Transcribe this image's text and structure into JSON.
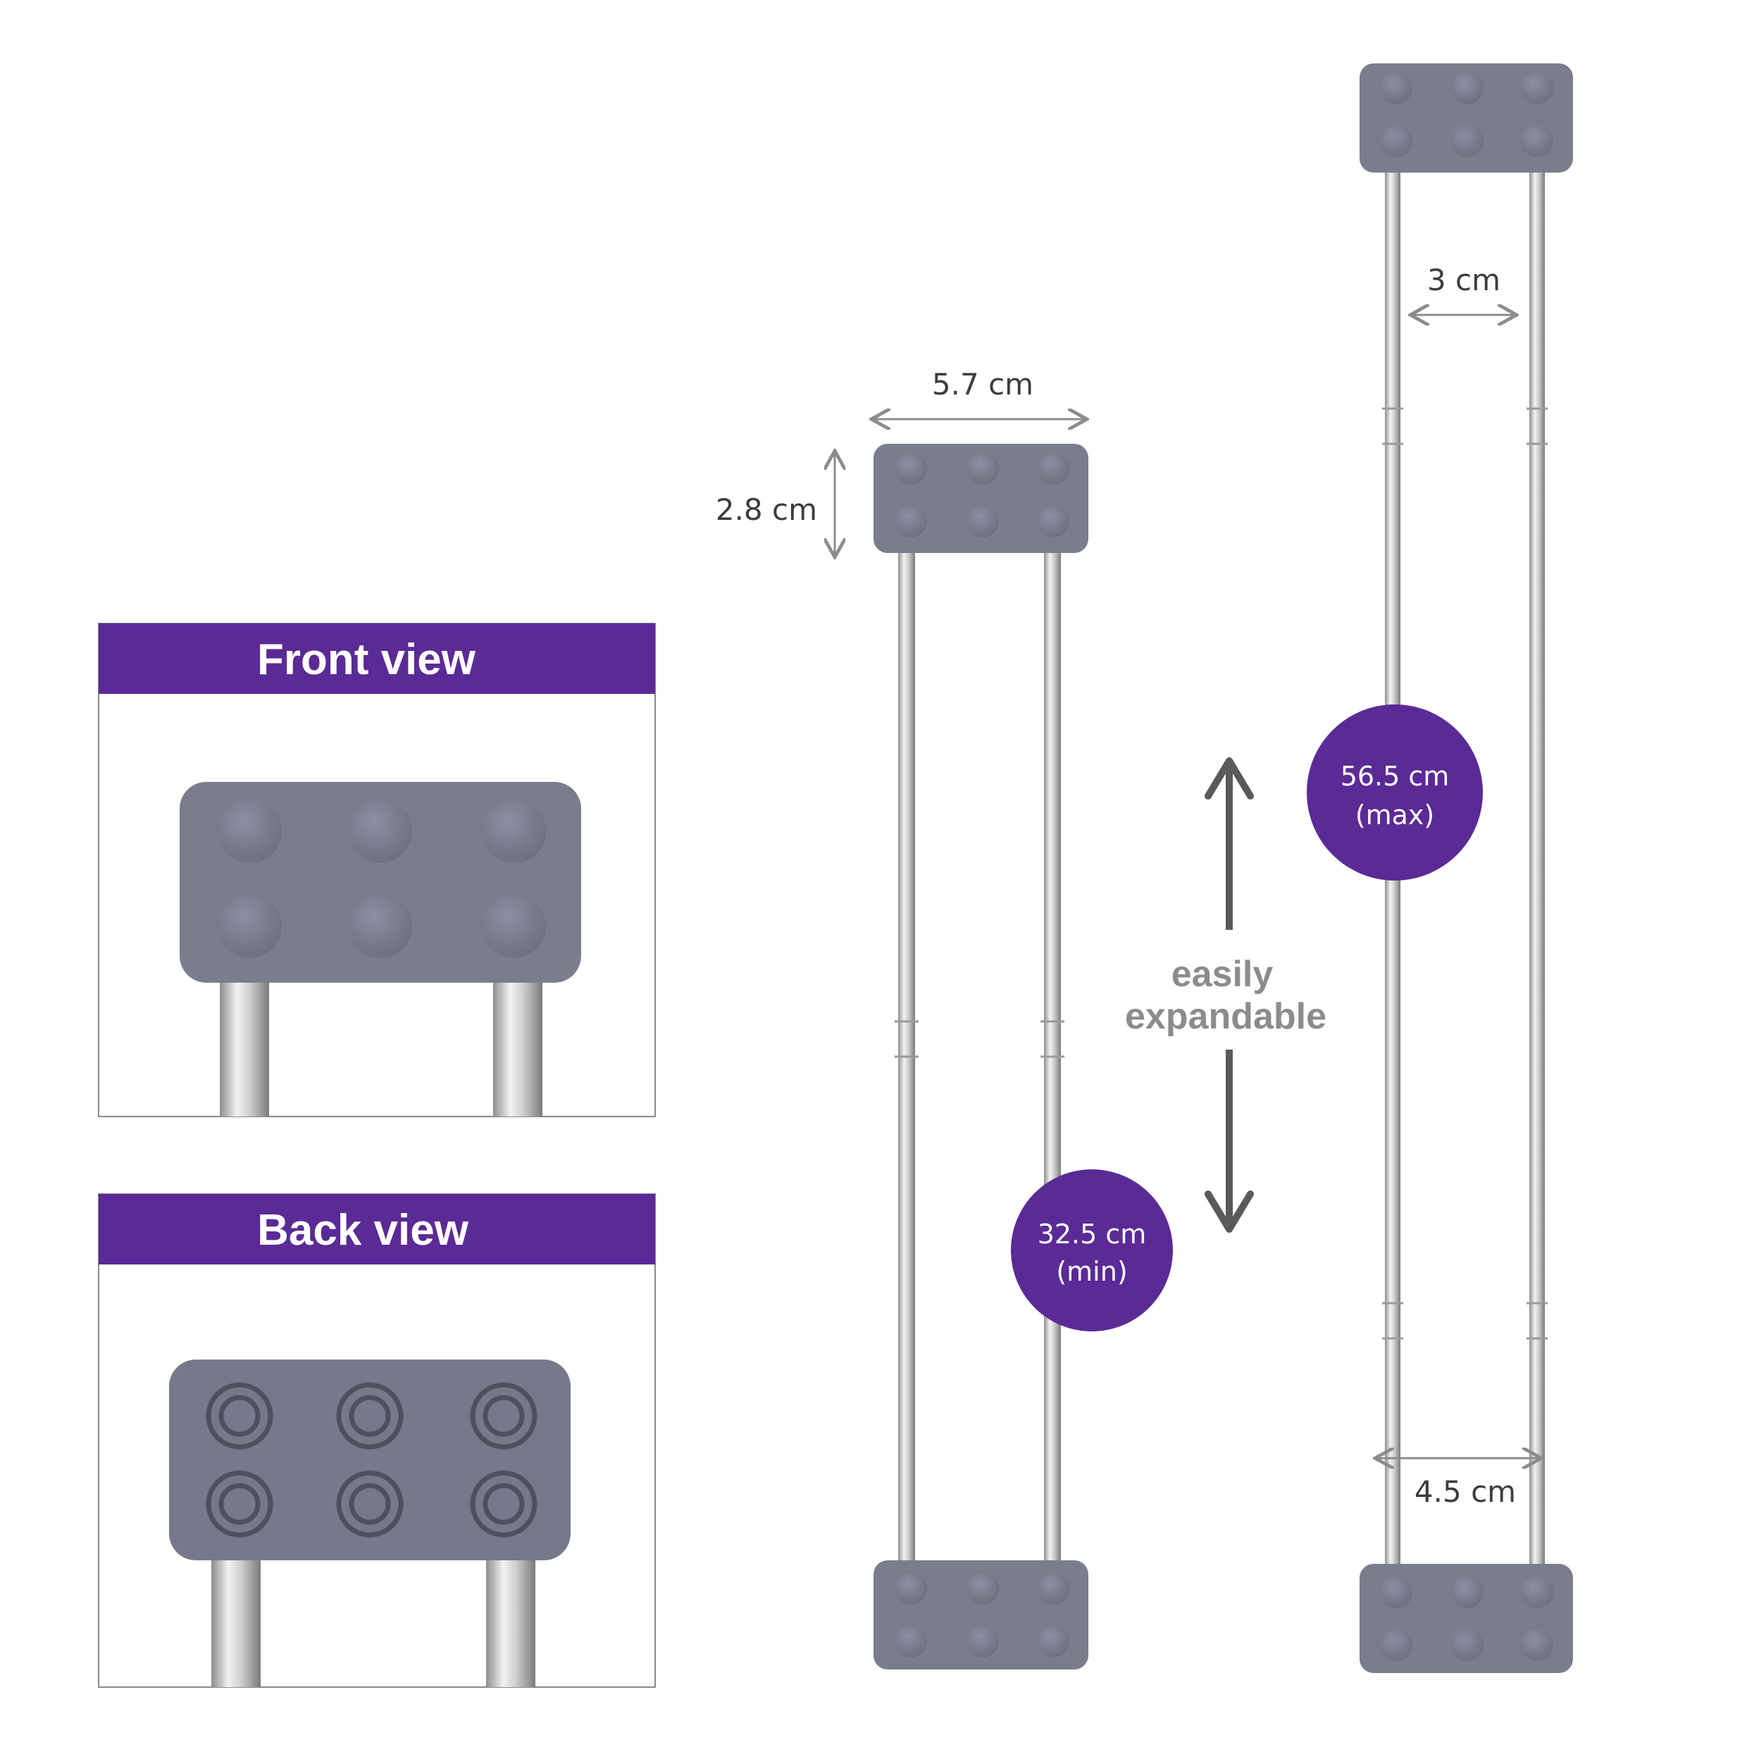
{
  "panels": {
    "front": {
      "title": "Front view"
    },
    "back": {
      "title": "Back view"
    }
  },
  "dimensions": {
    "block_width": "5.7 cm",
    "block_height": "2.8 cm",
    "rod_gap_inner": "3 cm",
    "rod_gap_outer": "4.5 cm"
  },
  "badges": {
    "min": {
      "value": "32.5 cm",
      "note": "(min)"
    },
    "max": {
      "value": "56.5 cm",
      "note": "(max)"
    }
  },
  "expand_label": {
    "line1": "easily",
    "line2": "expandable"
  },
  "colors": {
    "accent_purple": "#5b2a96",
    "block_grey": "#7a7d8c",
    "rod_steel": "#c9c9c9",
    "arrow_grey": "#8c8c8c",
    "expand_arrow": "#5a5a5a"
  }
}
